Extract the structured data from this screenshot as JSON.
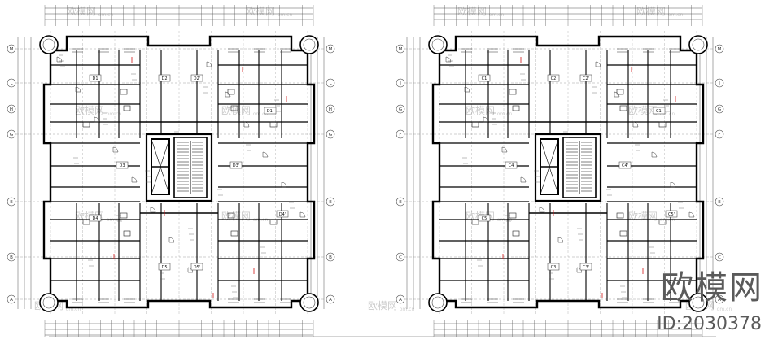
{
  "plans": [
    {
      "id": "plan-left",
      "rooms": [
        "D1",
        "D2",
        "D2'",
        "D1'",
        "D3",
        "D3'",
        "D4",
        "D4'",
        "D5",
        "D5'"
      ],
      "grid_labels": [
        "M",
        "L",
        "H",
        "G",
        "E",
        "B",
        "A"
      ]
    },
    {
      "id": "plan-right",
      "rooms": [
        "C1",
        "C2",
        "C2'",
        "C1'",
        "C4",
        "C4'",
        "C5",
        "C5'",
        "C3",
        "C3'"
      ],
      "grid_labels": [
        "M",
        "J",
        "G",
        "F",
        "E",
        "C",
        "A"
      ]
    }
  ],
  "watermark": {
    "logo_text": "欧模网",
    "id_text": "ID:2030378",
    "small_text": "欧模网",
    "url_text": "om.cn"
  },
  "colors": {
    "wall": "#000000",
    "line": "#222222",
    "dim": "#555555",
    "accent": "#d01818",
    "watermark": "#6a6a6a"
  }
}
